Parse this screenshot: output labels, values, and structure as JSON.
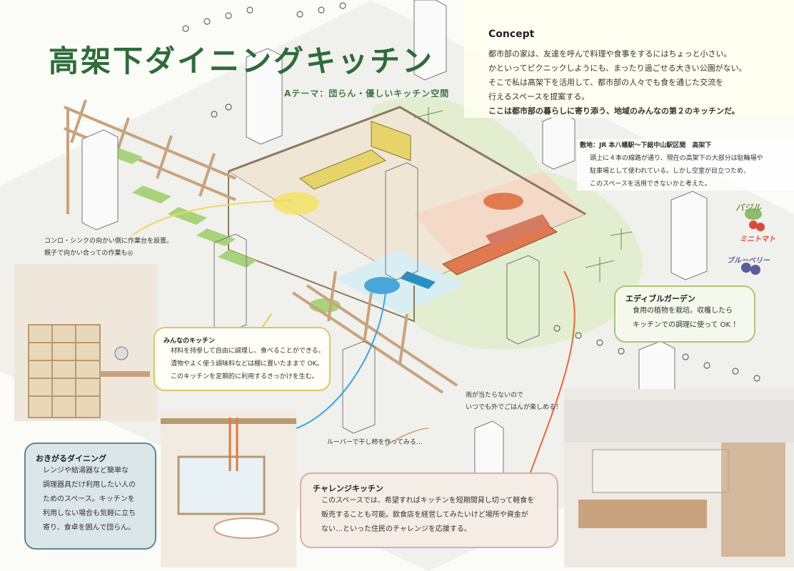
{
  "title": "高架下ダイニングキッチン",
  "subtitle": "Aテーマ：団らん・優しいキッチン空間",
  "concept": {
    "heading": "Concept",
    "lines": [
      "都市部の家は、友達を呼んで料理や食事をするにはちょっと小さい。",
      "かといってピクニックしようにも、まったり過ごせる大きい公園がない。",
      "そこで私は高架下を活用して、都市部の人々でも食を通じた交流を",
      "行えるスペースを提案する。",
      "ここは都市部の暮らしに寄り添う、地域のみんなの第２のキッチンだ。"
    ]
  },
  "site": {
    "heading": "敷地：JR 本八幡駅〜下総中山駅区間　高架下",
    "lines": [
      "頭上に４本の線路が通り、現在の高架下の大部分は駐輪場や",
      "駐車場として使われている。しかし空室が目立つため、",
      "このスペースを活用できないかと考えた。"
    ]
  },
  "notes": {
    "worktable": [
      "コンロ・シンクの向かい側に作業台を設置。",
      "親子で向かい合っての作業も◎"
    ],
    "louver": "ルーバーで干し柿を作ってみる…",
    "rain": [
      "雨が当たらないので",
      "いつでも外でごはんが楽しめる！"
    ]
  },
  "edible": {
    "heading": "エディブルガーデン",
    "lines": [
      "食用の植物を栽培。収穫したら",
      "キッチンでの調理に使って OK ！"
    ]
  },
  "minna": {
    "heading": "みんなのキッチン",
    "lines": [
      "材料を持参して自由に調理し、食べることができる。",
      "漬物やよく使う調味料などは棚に置いたままで OK。",
      "このキッチンを定期的に利用するきっかけを生む。"
    ]
  },
  "okigaru": {
    "heading": "おきがるダイニング",
    "lines": [
      "レンジや給湯器など簡単な",
      "調理器具だけ利用したい人の",
      "ためのスペース。キッチンを",
      "利用しない場合も気軽に立ち",
      "寄り、食卓を囲んで団らん。"
    ]
  },
  "challenge": {
    "heading": "チャレンジキッチン",
    "lines": [
      "このスペースでは、希望すればキッチンを短期間貸し切って軽食を",
      "販売することも可能。飲食店を経営してみたいけど場所や資金が",
      "ない…といった住民のチャレンジを応援する。"
    ]
  },
  "veggies": [
    "バジル",
    "ミニトマト",
    "ブルーベリー"
  ],
  "colors": {
    "title_green": "#2f6b3a",
    "minna_border": "#d9c86a",
    "okigaru_bg": "#dbe6e8",
    "okigaru_border": "#5d8a92",
    "challenge_bg": "#f6ece6",
    "challenge_border": "#d9b0a5",
    "edible_bg": "#f5f8ec",
    "edible_border": "#a8c878"
  }
}
